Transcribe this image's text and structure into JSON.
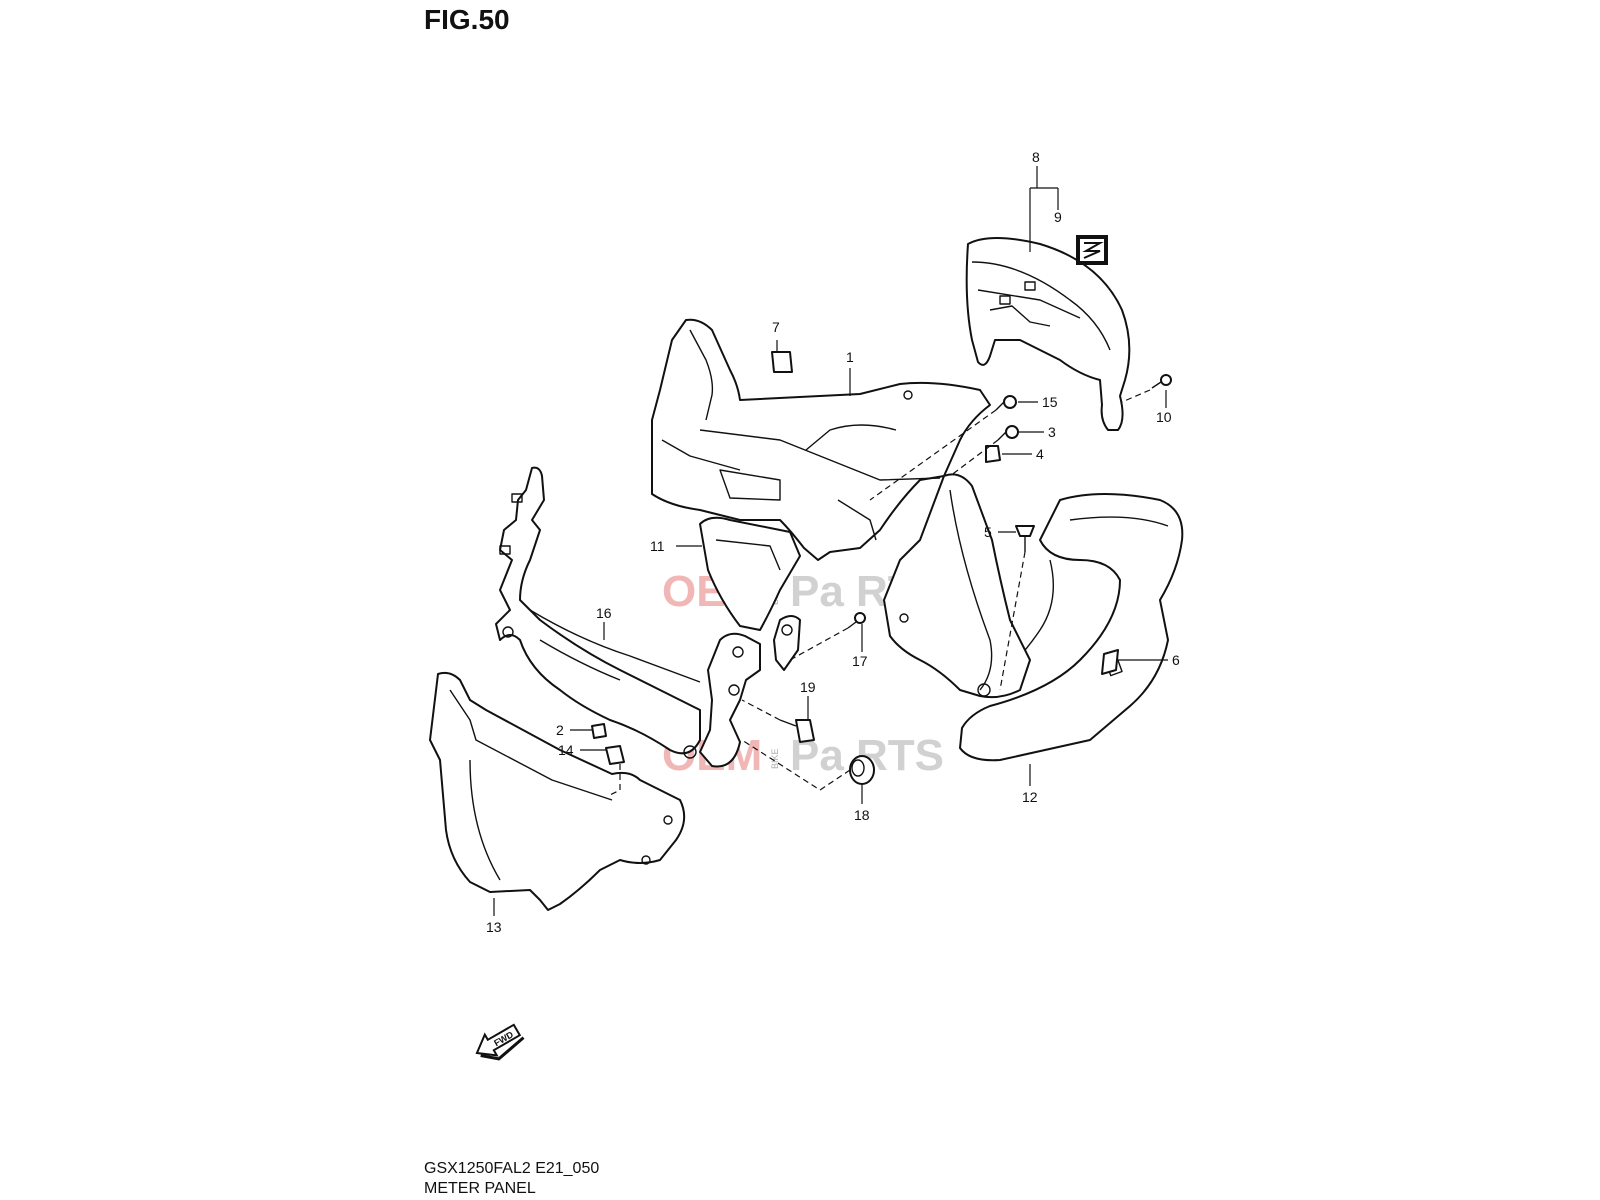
{
  "figure": {
    "title": "FIG.50",
    "model_code": "GSX1250FAL2 E21_050",
    "section_name": "METER PANEL"
  },
  "callouts": [
    "1",
    "2",
    "3",
    "4",
    "5",
    "6",
    "7",
    "8",
    "9",
    "10",
    "11",
    "12",
    "13",
    "14",
    "15",
    "16",
    "17",
    "18",
    "19"
  ],
  "watermark": {
    "part_a": "OEM",
    "part_b": "BIKE",
    "part_c": "Pa",
    "part_d": "RTS",
    "color": "#e05050"
  },
  "fwd_label": "FWD",
  "colors": {
    "line": "#111111",
    "background": "#ffffff",
    "watermark": "#e77b7b"
  }
}
